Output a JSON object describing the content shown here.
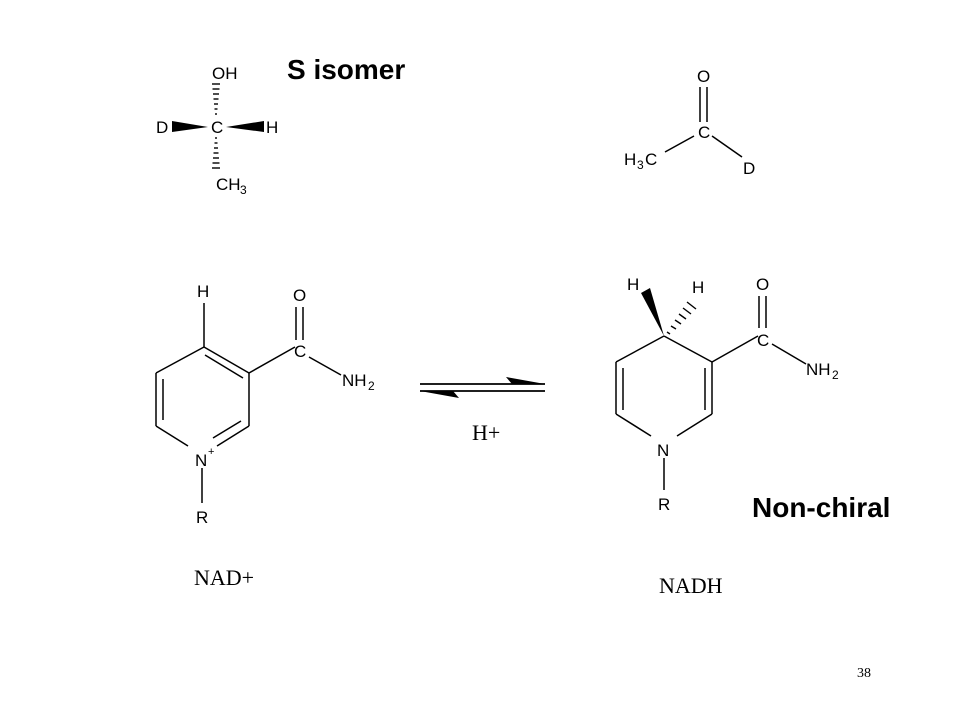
{
  "slide": {
    "title_s_isomer": "S isomer",
    "label_non_chiral": "Non-chiral",
    "caption_nad": "NAD+",
    "caption_nadh": "NADH",
    "arrow_label": "H+",
    "page_number": "38"
  },
  "chiral_molecule": {
    "top": "OH",
    "center": "C",
    "left": "D",
    "right": "H",
    "bottom": "CH",
    "bottom_sub": "3"
  },
  "aldehyde": {
    "oxygen": "O",
    "carbon": "C",
    "methyl": "H",
    "methyl_sub": "3",
    "methyl_tail": "C",
    "deuterium": "D"
  },
  "nad_plus": {
    "h": "H",
    "o": "O",
    "c": "C",
    "nh": "NH",
    "nh_sub": "2",
    "n": "N",
    "n_charge": "+",
    "r": "R"
  },
  "nadh": {
    "h1": "H",
    "h2": "H",
    "o": "O",
    "c": "C",
    "nh": "NH",
    "nh_sub": "2",
    "n": "N",
    "r": "R"
  }
}
